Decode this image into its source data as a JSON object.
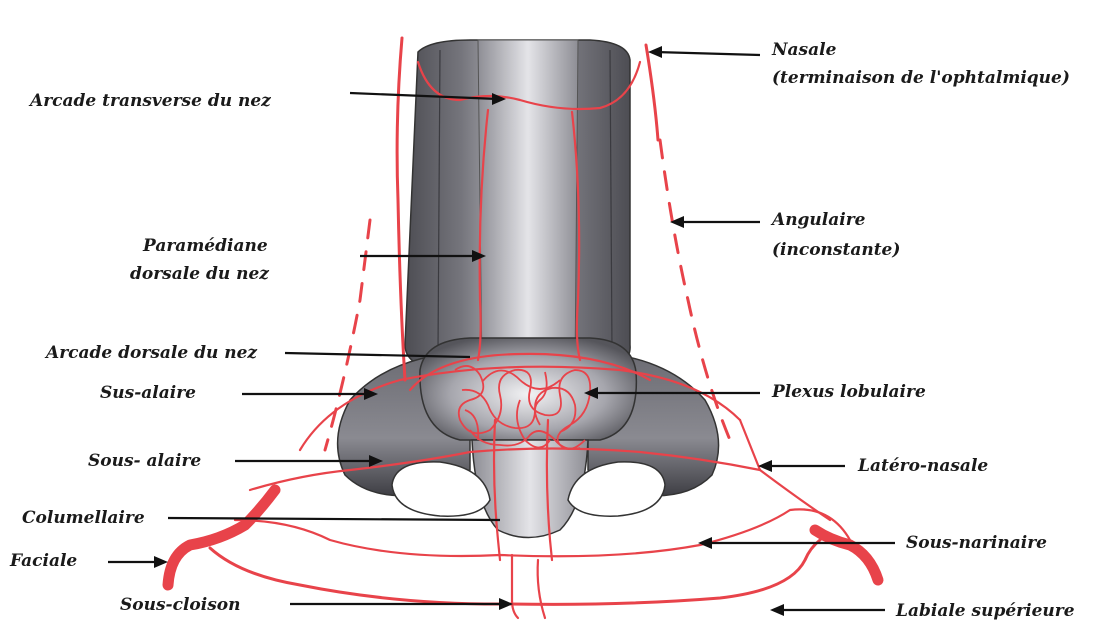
{
  "diagram": {
    "labels": {
      "nasale": "Nasale",
      "nasale_sub": "(terminaison de l'ophtalmique)",
      "arcade_transverse": "Arcade transverse du nez",
      "angulaire": "Angulaire",
      "angulaire_sub": "(inconstante)",
      "paramediane_1": "Paramédiane",
      "paramediane_2": "dorsale du nez",
      "arcade_dorsale": "Arcade dorsale du nez",
      "sus_alaire": "Sus-alaire",
      "plexus_lobulaire": "Plexus lobulaire",
      "sous_alaire": "Sous- alaire",
      "latero_nasale": "Latéro-nasale",
      "columellaire": "Columellaire",
      "sous_narinaire": "Sous-narinaire",
      "faciale": "Faciale",
      "sous_cloison": "Sous-cloison",
      "labiale_superieure": "Labiale supérieure"
    },
    "colors": {
      "artery": "#e8434a",
      "nose_dark": "#5a5a60",
      "nose_light": "#d9d9de",
      "label_text": "#1a1a1a"
    }
  }
}
